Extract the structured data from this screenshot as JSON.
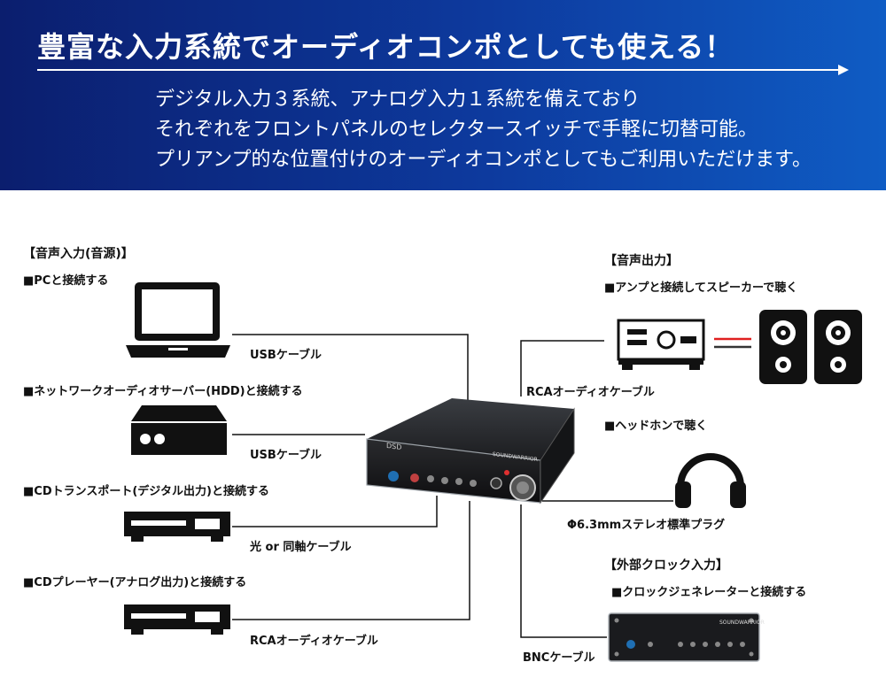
{
  "banner": {
    "title": "豊富な入力系統でオーディオコンポとしても使える！",
    "lines": [
      "デジタル入力３系統、アナログ入力１系統を備えており",
      "それぞれをフロントパネルのセレクタースイッチで手軽に切替可能。",
      "プリアンプ的な位置付けのオーディオコンポとしてもご利用いただけます。"
    ]
  },
  "inputs": {
    "heading": "【音声入力(音源)】",
    "items": [
      {
        "label": "■PCと接続する",
        "cable": "USBケーブル",
        "icon": "laptop-icon"
      },
      {
        "label": "■ネットワークオーディオサーバー(HDD)と接続する",
        "cable": "USBケーブル",
        "icon": "hdd-server-icon"
      },
      {
        "label": "■CDトランスポート(デジタル出力)と接続する",
        "cable": "光 or 同軸ケーブル",
        "icon": "cd-transport-icon"
      },
      {
        "label": "■CDプレーヤー(アナログ出力)と接続する",
        "cable": "RCAオーディオケーブル",
        "icon": "cd-player-icon"
      }
    ]
  },
  "outputs": {
    "heading": "【音声出力】",
    "speaker_label": "■アンプと接続してスピーカーで聴く",
    "speaker_cable": "RCAオーディオケーブル",
    "headphone_label": "■ヘッドホンで聴く",
    "headphone_cable": "Φ6.3mmステレオ標準プラグ"
  },
  "clock": {
    "heading": "【外部クロック入力】",
    "label": "■クロックジェネレーターと接続する",
    "cable": "BNCケーブル",
    "brand_text": "SOUNDWARRIOR"
  },
  "device": {
    "badge": "DSD",
    "brand_text": "SOUNDWARRIOR"
  },
  "colors": {
    "banner_dark": "#0b1e6e",
    "banner_light": "#0f5cc4",
    "speaker_link": "#e02020"
  }
}
